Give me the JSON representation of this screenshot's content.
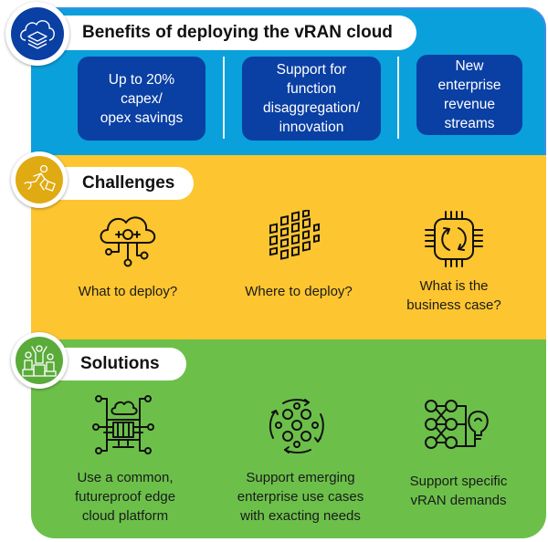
{
  "benefits": {
    "title": "Benefits of deploying the vRAN cloud",
    "icon": "cloud-layers-icon",
    "items": [
      {
        "label": "Up to 20%\ncapex/\nopex savings"
      },
      {
        "label": "Support for\nfunction\ndisaggregation/\ninnovation"
      },
      {
        "label": "New\nenterprise\nrevenue\nstreams"
      }
    ]
  },
  "challenges": {
    "title": "Challenges",
    "icon": "running-person-briefcase-icon",
    "items": [
      {
        "label": "What to deploy?",
        "icon": "cloud-network-icon"
      },
      {
        "label": "Where to deploy?",
        "icon": "distributed-grid-icon"
      },
      {
        "label": "What is the\nbusiness case?",
        "icon": "chip-refresh-icon"
      }
    ]
  },
  "solutions": {
    "title": "Solutions",
    "icon": "podium-winners-icon",
    "items": [
      {
        "label": "Use a common,\nfutureproof edge\ncloud platform",
        "icon": "edge-cloud-computer-icon"
      },
      {
        "label": "Support emerging\nenterprise use cases\nwith exacting needs",
        "icon": "circular-nodes-cycle-icon"
      },
      {
        "label": "Support specific\nvRAN demands",
        "icon": "neural-network-lightbulb-icon"
      }
    ]
  },
  "colors": {
    "benefits_bg": "#0aa0dc",
    "benefits_box": "#0a3fa3",
    "challenges_bg": "#fdc52f",
    "solutions_bg": "#6cc04a"
  }
}
